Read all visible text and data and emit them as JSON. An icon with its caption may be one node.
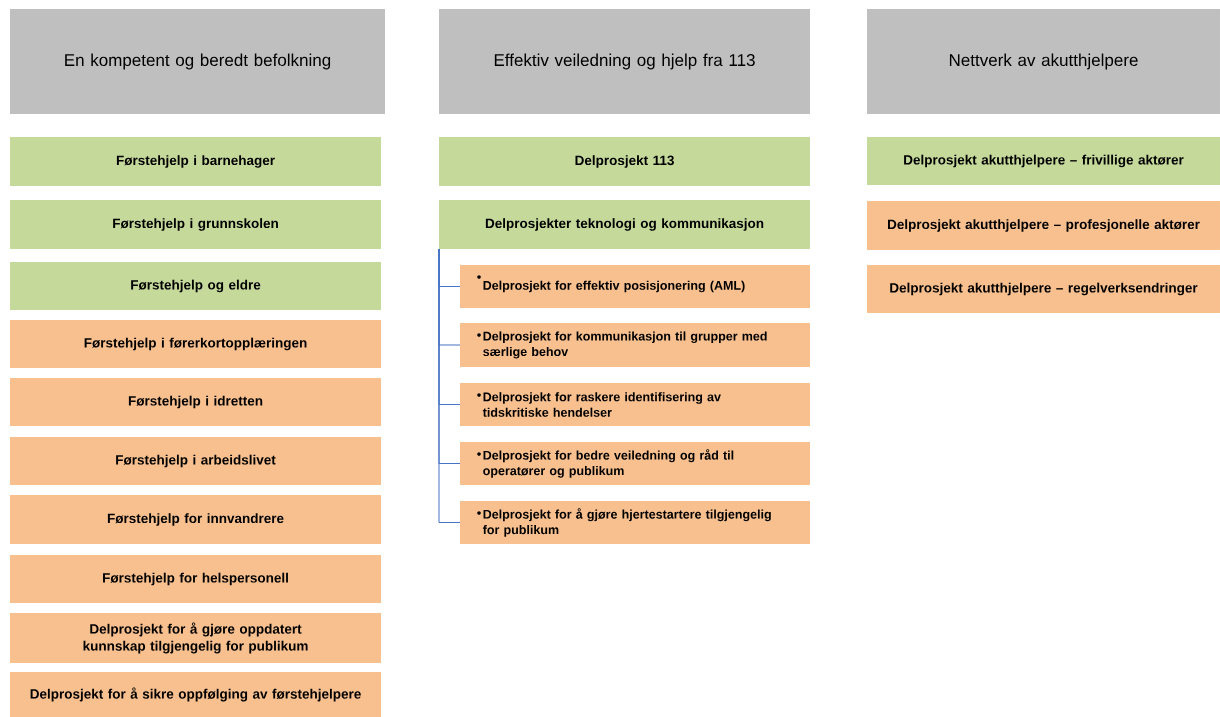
{
  "diagram": {
    "nodes": [
      {
        "text": [
          "En kompetent og beredt befolkning"
        ]
      },
      {
        "text": [
          "Førstehjelp i barnehager"
        ]
      },
      {
        "text": [
          "Førstehjelp i grunnskolen"
        ]
      },
      {
        "text": [
          "Førstehjelp og eldre"
        ]
      },
      {
        "text": [
          "Førstehjelp i førerkortopplæringen"
        ]
      },
      {
        "text": [
          "Førstehjelp i idretten"
        ]
      },
      {
        "text": [
          "Førstehjelp i arbeidslivet"
        ]
      },
      {
        "text": [
          "Førstehjelp for innvandrere"
        ]
      },
      {
        "text": [
          "Førstehjelp for helspersonell"
        ]
      },
      {
        "text": [
          "Delprosjekt for å gjøre oppdatert kunnskap tilgjengelig for publikum"
        ]
      },
      {
        "text": [
          "Delprosjekt for å sikre oppfølging av førstehjelpere"
        ]
      },
      {
        "text": [
          "Effektiv veiledning og hjelp fra 113"
        ]
      },
      {
        "text": [
          "Delprosjekt 113"
        ]
      },
      {
        "text": [
          "Delprosjekter teknologi og kommunikasjon"
        ]
      },
      {
        "text": [
          "Delprosjekt for effektiv posisjonering (AML)"
        ]
      },
      {
        "text": [
          "Delprosjekt for kommunikasjon til grupper med særlige behov"
        ]
      },
      {
        "text": [
          "Delprosjekt for raskere identifisering av tidskritiske hendelser"
        ]
      },
      {
        "text": [
          "Delprosjekt for bedre veiledning og råd til operatører og publikum"
        ]
      },
      {
        "text": [
          "Delprosjekt for å gjøre hjertestartere tilgjengelig for publikum"
        ]
      },
      {
        "text": [
          "Nettverk av akutthjelpere"
        ]
      },
      {
        "text": [
          "Delprosjekt akutthjelpere – frivillige aktører"
        ]
      },
      {
        "text": [
          "Delprosjekt akutthjelpere – profesjonelle aktører"
        ]
      },
      {
        "text": [
          "Delprosjekt akutthjelpere – regelverksendringer"
        ]
      }
    ],
    "edges": [
      {
        "from": 13,
        "to": 14,
        "arrow": "none"
      },
      {
        "from": 13,
        "to": 15,
        "arrow": "none"
      },
      {
        "from": 13,
        "to": 16,
        "arrow": "none"
      },
      {
        "from": 13,
        "to": 17,
        "arrow": "none"
      },
      {
        "from": 13,
        "to": 18,
        "arrow": "none"
      }
    ]
  }
}
